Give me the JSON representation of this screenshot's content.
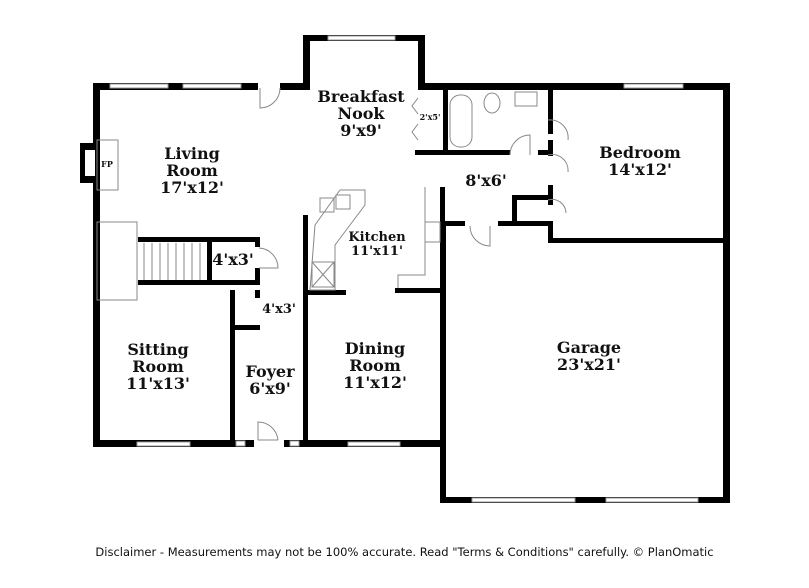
{
  "rooms": {
    "living": {
      "name": "Living Room",
      "line1": "Living",
      "line2": "Room",
      "size": "17'x12'"
    },
    "nook": {
      "line1": "Breakfast",
      "line2": "Nook",
      "size": "9'x9'"
    },
    "bedroom": {
      "name": "Bedroom",
      "size": "14'x12'"
    },
    "kitchen": {
      "name": "Kitchen",
      "size": "11'x11'"
    },
    "hall": {
      "size": "8'x6'"
    },
    "closet_a": {
      "size": "4'x3'"
    },
    "closet_b": {
      "size": "4'x3'"
    },
    "pantry": {
      "size": "2'x5'"
    },
    "sitting": {
      "line1": "Sitting",
      "line2": "Room",
      "size": "11'x13'"
    },
    "foyer": {
      "name": "Foyer",
      "size": "6'x9'"
    },
    "dining": {
      "line1": "Dining",
      "line2": "Room",
      "size": "11'x12'"
    },
    "garage": {
      "name": "Garage",
      "size": "23'x21'"
    }
  },
  "fireplace_label": "FP",
  "disclaimer": "Disclaimer - Measurements may not be 100% accurate. Read \"Terms & Conditions\" carefully. © PlanOmatic"
}
